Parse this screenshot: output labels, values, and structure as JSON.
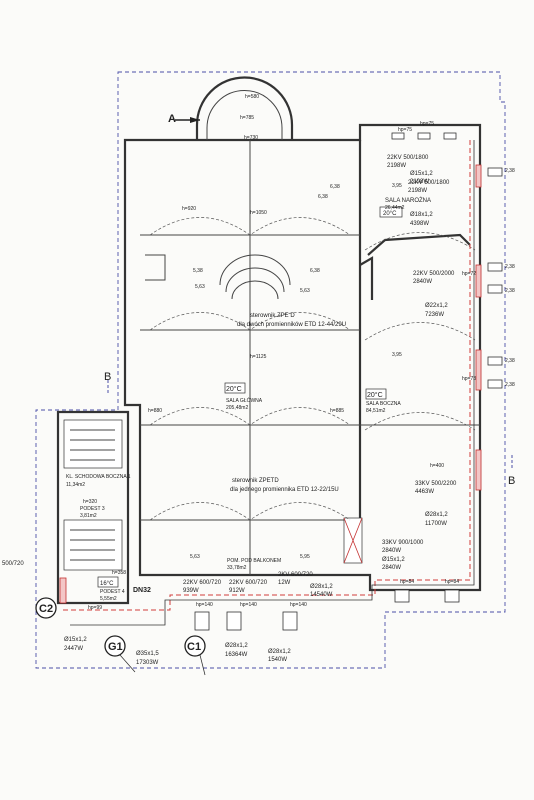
{
  "sections": {
    "a_label": "A",
    "b_left": "B",
    "b_right": "B",
    "c1": "C1",
    "c2": "C2",
    "g1": "G1"
  },
  "rooms": {
    "sala_narozna": {
      "name": "SALA NAROŻNA",
      "area": "26,44m2",
      "temp": "20°C"
    },
    "sala_glowna": {
      "name": "SALA GŁÓWNA",
      "area": "205,48m2",
      "temp": "20°C"
    },
    "sala_boczna": {
      "name": "SALA BOCZNA",
      "area": "84,51m2",
      "temp": "20°C"
    },
    "klatka": {
      "name": "KL. SCHODOWA BOCZNA 1",
      "area": "11,34m2"
    },
    "podest3": {
      "name": "PODEST 3",
      "area": "3,81m2"
    },
    "podest4": {
      "name": "PODEST 4",
      "area": "5,55m2",
      "temp": "16°C"
    },
    "pom_pod_balkonem": {
      "name": "POM. POD BALKONEM",
      "area": "33,78m2"
    }
  },
  "controllers": {
    "zpe_d": {
      "line1": "sterownik ZPE D",
      "line2": "dla dwóch promienników ETD 12-44/29U"
    },
    "zpetd": {
      "line1": "sterownik ZPETD",
      "line2": "dla jednego promiennika ETD 12-22/15U"
    }
  },
  "radiators": {
    "r1": {
      "type": "22KV 500/1800",
      "power": "2198W"
    },
    "r2": {
      "type": "22KV 500/1800",
      "power": "2198W"
    },
    "r3": {
      "type": "22KV 500/2000",
      "power": "2840W"
    },
    "r4": {
      "type": "33KV 500/2200",
      "power": "4463W"
    },
    "r5": {
      "type": "33KV 900/1000",
      "power": "2840W"
    },
    "r6": {
      "type": "22KV 600/720",
      "power": "939W"
    },
    "r7": {
      "type": "22KV 600/720",
      "power": "912W"
    },
    "r8": {
      "type": "2KV 600/720",
      "power": "12W"
    },
    "r9": {
      "type": "500/720"
    }
  },
  "pipes": {
    "p1": {
      "dim": "Ø15x1,2",
      "power": "2198W"
    },
    "p2": {
      "dim": "Ø18x1,2",
      "power": "4398W"
    },
    "p3": {
      "dim": "Ø22x1,2",
      "power": "7236W"
    },
    "p4": {
      "dim": "Ø28x1,2",
      "power": "11700W"
    },
    "p5": {
      "dim": "Ø15x1,2",
      "power": "2840W"
    },
    "p6": {
      "dim": "Ø28x1,2",
      "power": "14540W"
    },
    "p7": {
      "dim": "Ø28x1,2",
      "power": "16364W"
    },
    "p8": {
      "dim": "Ø28x1,2",
      "power": "1540W"
    },
    "p9": {
      "dim": "Ø35x1,5",
      "power": "17303W"
    },
    "p10": {
      "dim": "Ø15x1,2",
      "power": "2447W"
    }
  },
  "heights": {
    "h580": "h=580",
    "h785": "h=785",
    "h730": "h=730",
    "h920": "h=920",
    "h1050": "h=1050",
    "h1125": "h=1125",
    "h880": "h=880",
    "h885": "h=885",
    "h400": "h=400",
    "h320": "h=320",
    "h358": "h=358",
    "h99": "hp=99",
    "h140a": "hp=140",
    "h140b": "hp=140",
    "h140c": "hp=140",
    "h75a": "hp=75",
    "h75b": "hp=75",
    "h84a": "hp=84",
    "h84b": "hp=84",
    "h72": "hp=72",
    "h73": "hp=73"
  },
  "levels": {
    "l638a": "5,38",
    "l638b": "6,38",
    "l638c": "6,38",
    "l638d": "6,38",
    "l563a": "5,63",
    "l563b": "5,63",
    "l563c": "5,63",
    "l595": "5,95",
    "l395": "3,95",
    "l395b": "3,95",
    "l238a": "2,38",
    "l238b": "2,38",
    "l238c": "2,38",
    "l238d": "2,38",
    "l238e": "2,38"
  },
  "misc": {
    "dn32": "DN32"
  }
}
